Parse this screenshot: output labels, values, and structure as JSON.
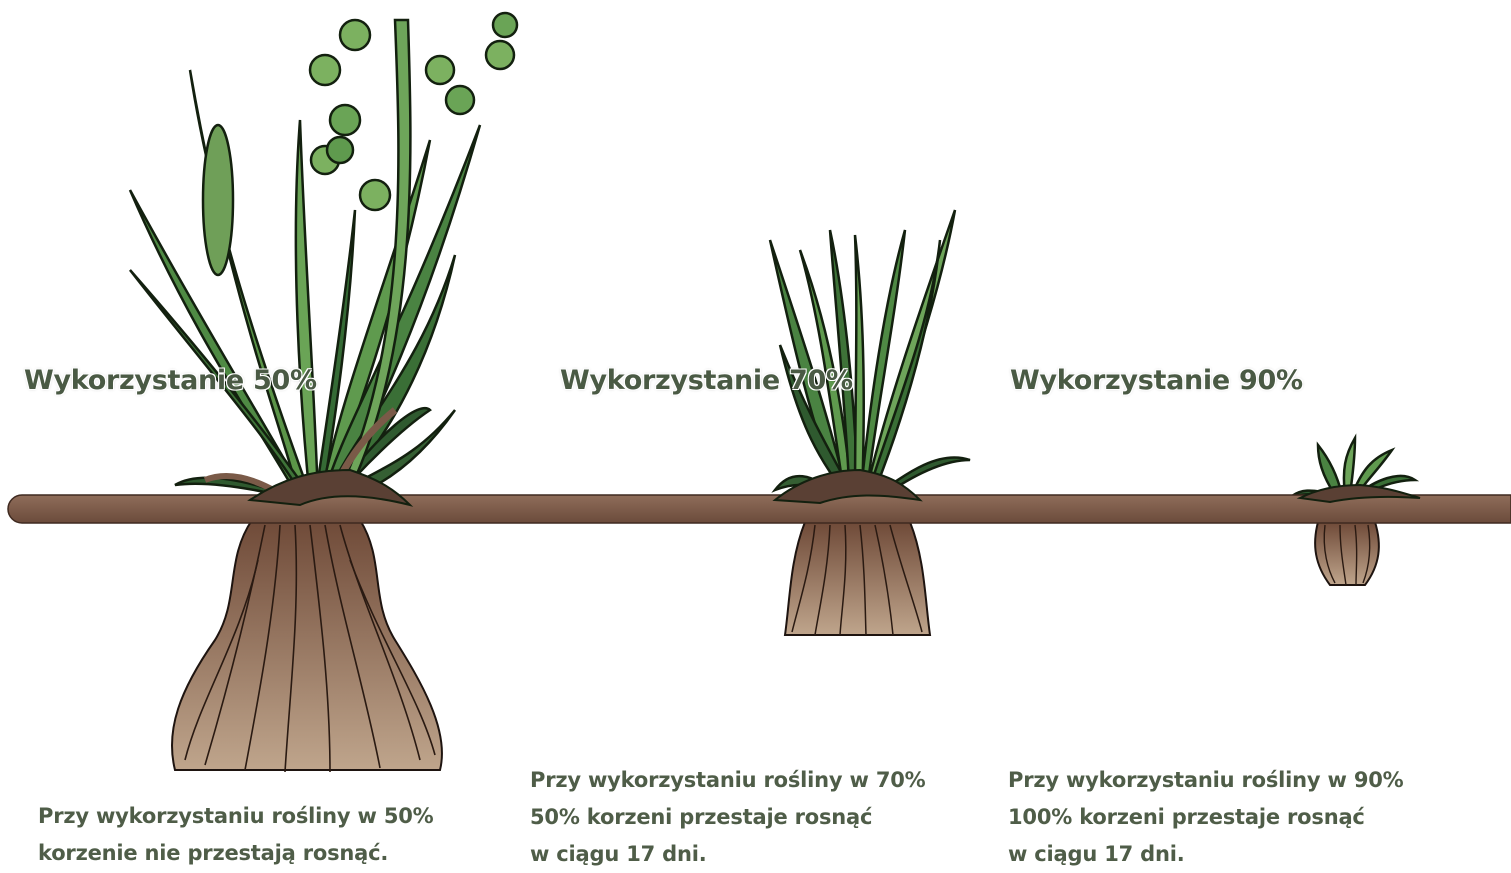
{
  "stages": [
    {
      "usage_label": "Wykorzystanie 50%",
      "description": [
        "Przy wykorzystaniu rośliny w 50%",
        "korzenie nie przestają rosnąć."
      ]
    },
    {
      "usage_label": "Wykorzystanie 70%",
      "description": [
        "Przy wykorzystaniu rośliny w 70%",
        "50% korzeni przestaje rosnąć",
        "w ciągu 17 dni."
      ]
    },
    {
      "usage_label": "Wykorzystanie 90%",
      "description": [
        "Przy wykorzystaniu rośliny w 90%",
        "100% korzeni przestaje rosnąć",
        "w ciągu 17 dni."
      ]
    }
  ],
  "colors": {
    "ground": "#7a5a48",
    "leaf_light": "#5f9a4e",
    "leaf_dark": "#2f5a2f",
    "root": "#a07d66",
    "text": "#4f5d48"
  }
}
